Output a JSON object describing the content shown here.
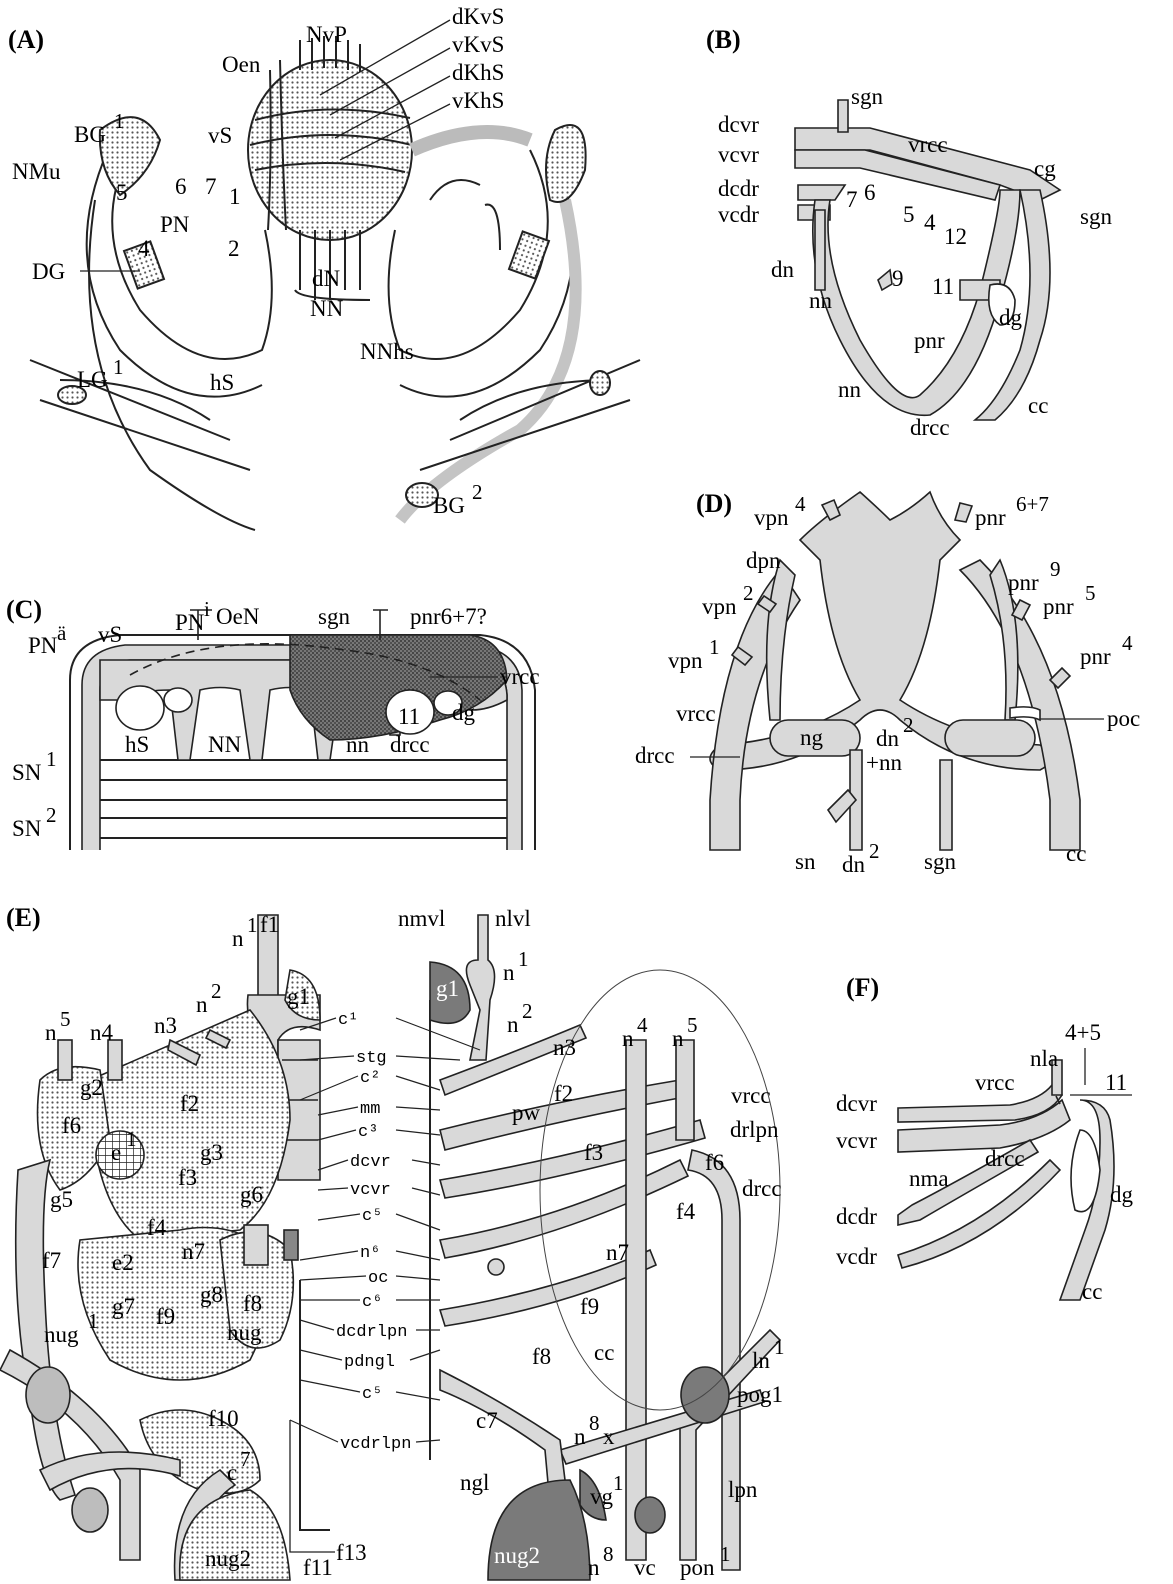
{
  "colors": {
    "vessel_fill": "#d9d9d9",
    "ganglion_fill": "#7a7a7a",
    "stroke": "#222222",
    "shade": "#a8a8a8",
    "background": "#ffffff"
  },
  "panels": {
    "A": {
      "letter": "(A)",
      "labels": {
        "NvP": "NvP",
        "dKvS": "dKvS",
        "vKvS": "vKvS",
        "dKhS": "dKhS",
        "vKhS": "vKhS",
        "Oen": "Oen",
        "BG1": "BG",
        "BG1_sup": "1",
        "vS": "vS",
        "NMu": "NMu",
        "n5": "5",
        "n6": "6",
        "n7": "7",
        "n1": "1",
        "n2": "2",
        "n4": "4",
        "PN": "PN",
        "DG": "DG",
        "dN": "dN",
        "NN": "NN",
        "NNhs": "NNhs",
        "hS": "hS",
        "LG1": "LG",
        "LG1_sup": "1",
        "BG2": "BG",
        "BG2_sup": "2"
      }
    },
    "B": {
      "letter": "(B)",
      "labels": {
        "sgn": "sgn",
        "dcvr": "dcvr",
        "vcvr": "vcvr",
        "vrcc": "vrcc",
        "cg": "cg",
        "dcdr": "dcdr",
        "vcdr": "vcdr",
        "n6": "6",
        "n7": "7",
        "n5": "5",
        "n4": "4",
        "n12": "12",
        "sgn2": "sgn",
        "dn": "dn",
        "nn": "nn",
        "n9": "9",
        "n11": "11",
        "dg": "dg",
        "pnr": "pnr",
        "nn2": "nn",
        "drcc": "drcc",
        "cc": "cc"
      }
    },
    "C": {
      "letter": "(C)",
      "labels": {
        "PNi": "PN",
        "PNi_sup": "i",
        "OeN": "OeN",
        "sgn": "sgn",
        "pnr67": "pnr6+7?",
        "PNa": "PN",
        "PNa_sup": "ä",
        "vS": "vS",
        "vrcc": "vrcc",
        "SN1": "SN",
        "SN1_sup": "1",
        "SN2": "SN",
        "SN2_sup": "2",
        "hS": "hS",
        "NN": "NN",
        "nn": "nn",
        "drcc": "drcc",
        "n11": "11",
        "dg": "dg"
      }
    },
    "D": {
      "letter": "(D)",
      "labels": {
        "vpn4": "vpn",
        "vpn4_sup": "4",
        "pnr67": "pnr",
        "pnr67_sup": "6+7",
        "dpn": "dpn",
        "pnr9": "pnr",
        "pnr9_sup": "9",
        "vpn2": "vpn",
        "vpn2_sup": "2",
        "pnr5": "pnr",
        "pnr5_sup": "5",
        "vpn1": "vpn",
        "vpn1_sup": "1",
        "pnr4": "pnr",
        "pnr4_sup": "4",
        "vrcc": "vrcc",
        "poc": "poc",
        "drcc": "drcc",
        "ng": "ng",
        "dn2": "dn",
        "dn2_sup": "2",
        "plus_nn": "+nn",
        "sn": "sn",
        "dn2b": "dn",
        "dn2b_sup": "2",
        "sgn": "sgn",
        "cc": "cc"
      }
    },
    "E": {
      "letter": "(E)",
      "labels_left": {
        "n1": "n",
        "n1_sup": "1",
        "f1": "f1",
        "g1": "g1",
        "n2": "n",
        "n2_sup": "2",
        "n3": "n3",
        "n5": "n",
        "n5_sup": "5",
        "n4": "n4",
        "g2": "g2",
        "f2": "f2",
        "g3": "g3",
        "f6": "f6",
        "e1": "e",
        "e1_sup": "1",
        "f3": "f3",
        "g6": "g6",
        "g5": "g5",
        "f4": "f4",
        "n7": "n7",
        "f7": "f7",
        "e2": "e2",
        "g8": "g8",
        "f8": "f8",
        "nug1": "nug",
        "nug1_sup": "1",
        "g7": "g7",
        "f9": "f9",
        "nug": "nug",
        "f10": "f10",
        "c7": "c",
        "c7_sup": "7",
        "nug2": "nug2",
        "f11": "f11",
        "f13": "f13"
      },
      "labels_mid": {
        "c1": "c¹",
        "stg": "stg",
        "c2": "c²",
        "mm": "mm",
        "c3": "c³",
        "dcvr": "dcvr",
        "vcvr": "vcvr",
        "c5a": "c⁵",
        "n6": "n⁶",
        "oc": "oc",
        "c6": "c⁶",
        "dcdrlpn": "dcdrlpn",
        "pdngl": "pdngl",
        "c5b": "c⁵",
        "vcdrlpn": "vcdrlpn"
      },
      "labels_right": {
        "nmvl": "nmvl",
        "nlvl": "nlvl",
        "g1": "g1",
        "n1": "n",
        "n1_sup": "1",
        "n2": "n",
        "n2_sup": "2",
        "n3": "n3",
        "f2": "f2",
        "pw": "pw",
        "n4": "n",
        "n4_sup": "4",
        "n5": "n",
        "n5_sup": "5",
        "vrcc": "vrcc",
        "drlpn": "drlpn",
        "f6": "f6",
        "drcc": "drcc",
        "f3": "f3",
        "f4": "f4",
        "n7": "n7",
        "f9": "f9",
        "f8": "f8",
        "cc": "cc",
        "ln1": "ln",
        "ln1_sup": "1",
        "pog1": "pog1",
        "c7": "c7",
        "n8x": "n",
        "n8x_sup": "8",
        "n8x_x": "x",
        "ngl": "ngl",
        "vg1": "vg",
        "vg1_sup": "1",
        "lpn": "lpn",
        "nug2": "nug2",
        "n8": "n",
        "n8_sup": "8",
        "vc": "vc",
        "pon1": "pon",
        "pon1_sup": "1"
      }
    },
    "F": {
      "letter": "(F)",
      "labels": {
        "n45": "4+5",
        "nla": "nla",
        "dcvr": "dcvr",
        "vrcc": "vrcc",
        "n11": "11",
        "vcvr": "vcvr",
        "drcc": "drcc",
        "nma": "nma",
        "dg": "dg",
        "dcdr": "dcdr",
        "vcdr": "vcdr",
        "cc": "cc"
      }
    }
  }
}
